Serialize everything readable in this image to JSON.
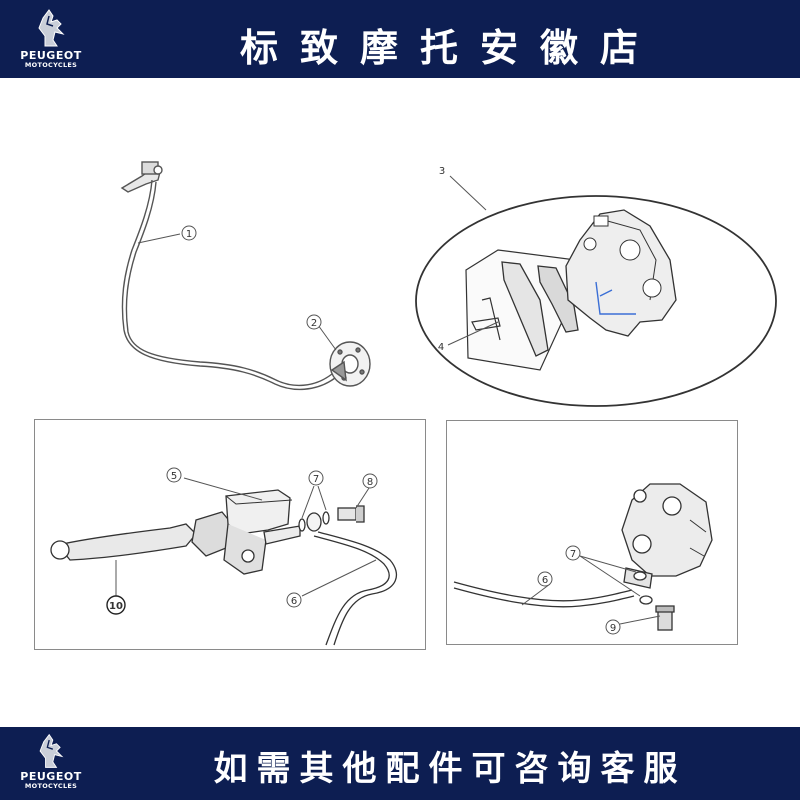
{
  "header": {
    "logo": {
      "brand": "PEUGEOT",
      "sub": "MOTOCYCLES",
      "icon": "lion-icon"
    },
    "title": "标致摩托安徽店"
  },
  "footer": {
    "logo": {
      "brand": "PEUGEOT",
      "sub": "MOTOCYCLES",
      "icon": "lion-icon"
    },
    "title": "如需其他配件可咨询客服"
  },
  "callouts": {
    "c1": "1",
    "c2": "2",
    "c3": "3",
    "c4": "4",
    "c5": "5",
    "c6a": "6",
    "c6b": "6",
    "c7a": "7",
    "c7b": "7",
    "c8": "8",
    "c9": "9",
    "c10": "10"
  }
}
